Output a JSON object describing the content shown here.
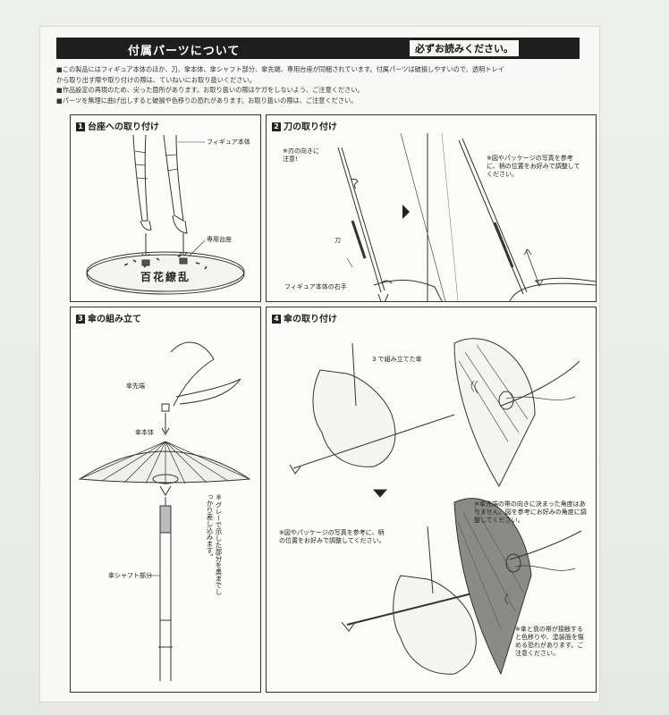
{
  "header": {
    "title": "付属パーツについて",
    "badge": "必ずお読みください。"
  },
  "notes": [
    "■この製品にはフィギュア本体のほか、刀、傘本体、傘シャフト部分、傘先端、専用台座が同梱されています。付属パーツは破損しやすいので、透明トレイ",
    "から取り出す際や取り付けの際は、ていねいにお取り扱いください。",
    "■作品設定の再現のため、尖った箇所があります。お取り扱いの際はケガをしないよう、ご注意ください。",
    "■パーツを無理に曲げ出しすると破損や色移りの恐れがあります。お取り扱いの際は、ご注意ください。"
  ],
  "panel1": {
    "num": "1",
    "title": "台座への取り付け",
    "figure_label": "フィギュア本体",
    "base_label": "専用台座",
    "base_logo": "百花繚乱"
  },
  "panel2": {
    "num": "2",
    "title": "刀の取り付け",
    "note_blade": "※刃の向きに注意!",
    "sword_label": "刀",
    "hand_label": "フィギュア本体の右手",
    "note_adjust": "※図やパッケージの写真を参考に、柄の位置をお好みで調整してください。"
  },
  "panel3": {
    "num": "3",
    "title": "傘の組み立て",
    "tip_label": "傘先端",
    "body_label": "傘本体",
    "shaft_label": "傘シャフト部分",
    "note_gray": "※グレーで示した部分を奥までしっかり差し込みます。"
  },
  "panel4": {
    "num": "4",
    "title": "傘の取り付け",
    "assembled_label": "3 で組み立てた傘",
    "note_angle": "※傘先端の帯の向きに決まった角度はありません。図を参考にお好みの角度に調整してください。",
    "note_handle": "※図やパッケージの写真を参考に、柄の位置をお好みで調整してください。",
    "note_color": "※傘と衰の帯が接触すると色移りや、塗装面を傷める恐れがあります。ご注意ください。"
  }
}
